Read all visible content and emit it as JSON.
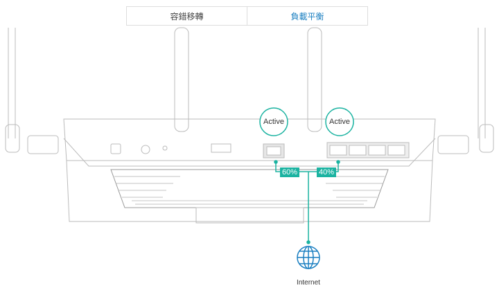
{
  "tabs": [
    {
      "label": "容錯移轉",
      "active": false
    },
    {
      "label": "負載平衡",
      "active": true
    }
  ],
  "ports": [
    {
      "status": "Active",
      "share": "60%"
    },
    {
      "status": "Active",
      "share": "40%"
    }
  ],
  "internet_label": "Internet",
  "accent": "#1bb3a1"
}
